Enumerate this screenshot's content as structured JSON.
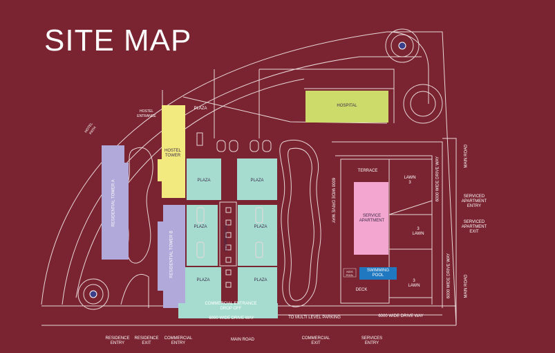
{
  "title": "SITE MAP",
  "colors": {
    "background": "#7a2431",
    "road_lines": "#e9d8da",
    "hospital": "#cddb6a",
    "hostel_tower": "#f2ea7e",
    "residential_tower": "#b0a9d9",
    "plaza": "#a6dccf",
    "service_apartment": "#f3a6cf",
    "swimming_pool": "#1f78c0"
  },
  "buildings": {
    "hospital": "HOSPITAL",
    "hostel_tower": "HOSTEL\nTOWER",
    "residential_tower_a": "RESIDENTIAL\nTOWER A",
    "residential_tower_b": "RESIDENTIAL\nTOWER B",
    "service_apartment": "SERVICE\nAPARTMENT",
    "commercial": "COMMERCIAL",
    "swimming_pool": "SWIMMING\nPOOL",
    "kids_pool": "KIDS\nPOOL",
    "terrace": "TERRACE",
    "deck": "DECK"
  },
  "plazas": {
    "top": "PLAZA",
    "p1": "PLAZA",
    "p2": "PLAZA",
    "p3": "PLAZA",
    "p4": "PLAZA",
    "p5": "PLAZA",
    "p6": "PLAZA"
  },
  "lawns": {
    "lawn_top": "LAWN\n3",
    "lawn_mid": "3\nLAWN",
    "lawn_bottom": "3\nLAWN"
  },
  "roads": {
    "hotel_path": "HOTEL\nPATH",
    "hostel_entrance": "HOSTEL\nENTRANCE",
    "main_road_right_top": "MAIN ROAD",
    "main_road_right_bottom": "MAIN ROAD",
    "drive_way_center": "6000 WIDE DRIVE WAY",
    "drive_way_right_top": "6000 WIDE DRIVE WAY",
    "drive_way_right_mid": "6000 WIDE DRIVE WAY",
    "drive_way_bottom_left": "6000 WIDE DRIVE WAY",
    "drive_way_bottom_right": "6000 WIDE DRIVE WAY",
    "to_parking": "TO MULTI LEVEL PARKING",
    "commercial_drop_off": "COMMERCIAL ENTRANCE\nDROP OFF",
    "main_road_bottom": "MAIN ROAD"
  },
  "entrances": {
    "serviced_entry": "SERVICED\nAPARTMENT\nENTRY",
    "serviced_exit": "SERVICED\nAPARTMENT\nEXIT",
    "residence_entry": "RESIDENCE\nENTRY",
    "residence_exit": "RESIDENCE\nEXIT",
    "commercial_entry": "COMMERCIAL\nENTRY",
    "commercial_exit": "COMMERCIAL\nEXIT",
    "services_entry": "SERVICES\nENTRY"
  }
}
